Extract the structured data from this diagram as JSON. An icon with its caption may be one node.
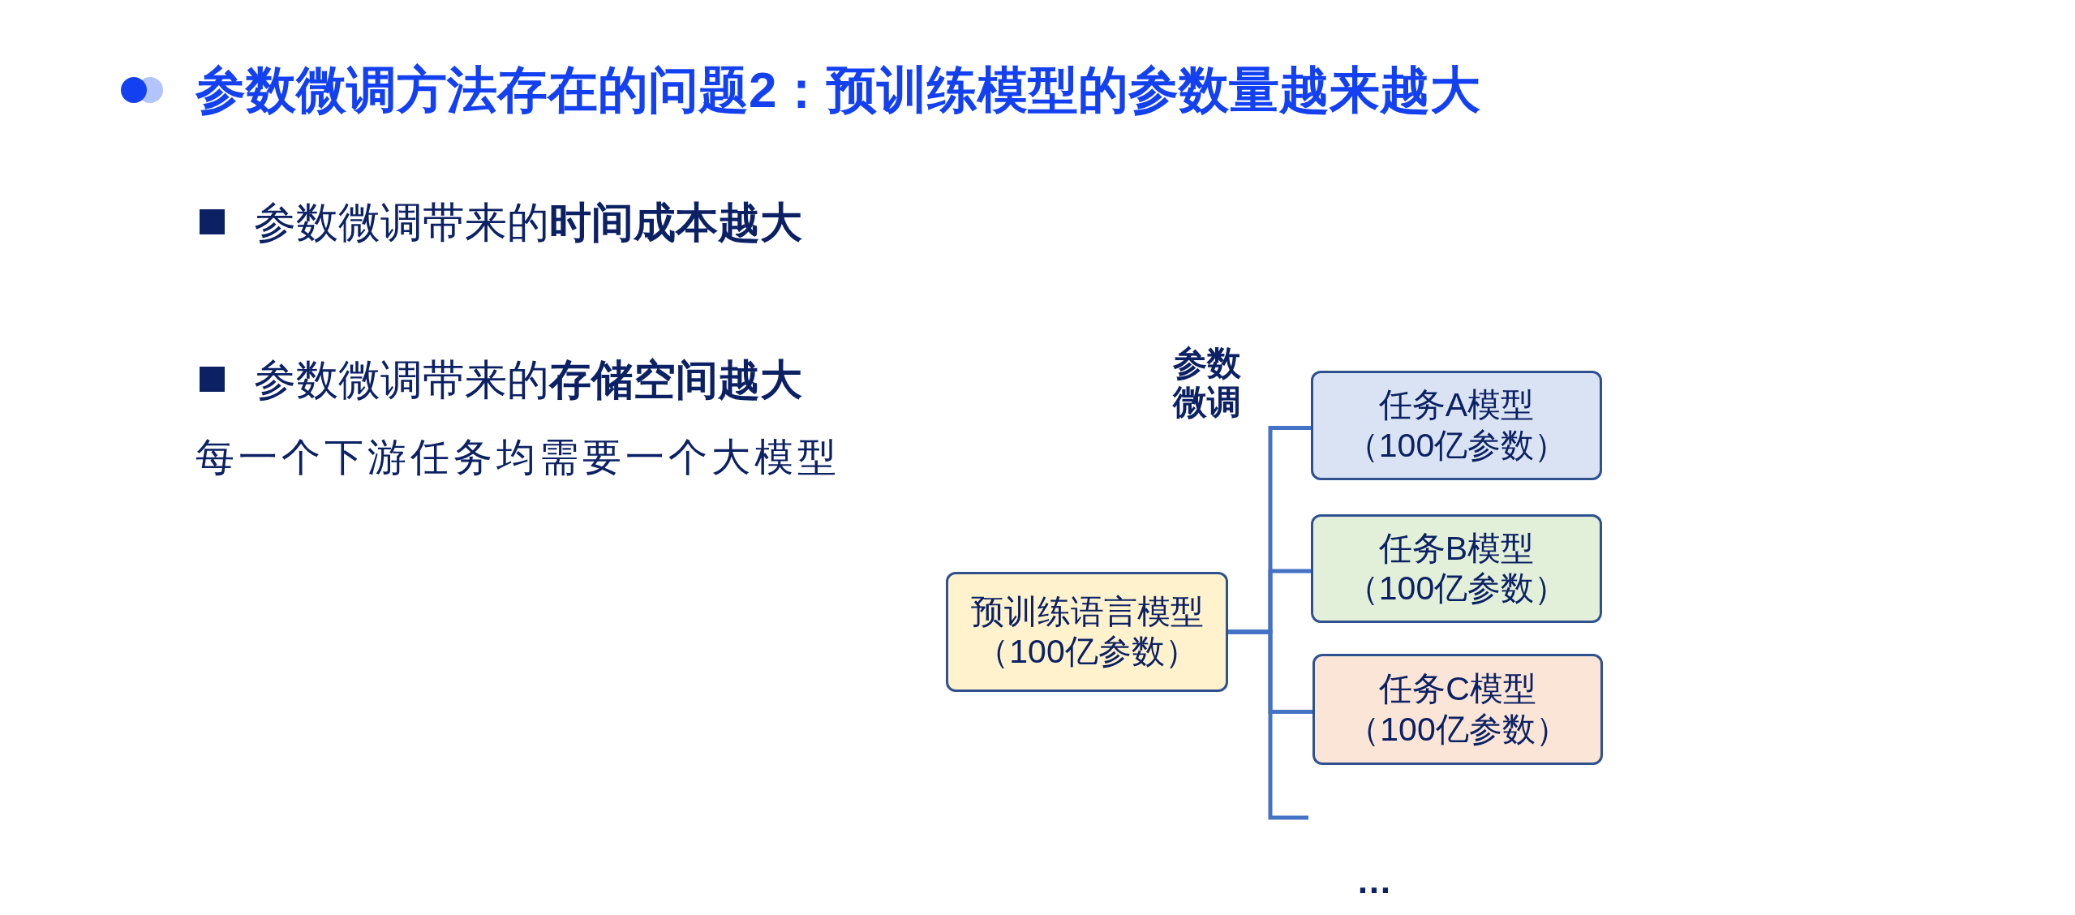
{
  "diagram": {
    "title": "参数微调方法存在的问题2：预训练模型的参数量越来越大",
    "nodes": [
      {
        "text": [
          "预训练语言模型（100亿参数）"
        ]
      },
      {
        "text": [
          "任务A模型（100亿参数）"
        ]
      },
      {
        "text": [
          "任务B模型（100亿参数）"
        ]
      },
      {
        "text": [
          "任务C模型（100亿参数）"
        ]
      }
    ],
    "edges": [
      {
        "from": 0,
        "to": 1,
        "arrow": "none"
      },
      {
        "from": 0,
        "to": 2,
        "arrow": "none"
      },
      {
        "from": 0,
        "to": 3,
        "arrow": "none"
      },
      {
        "from": 0,
        "to": null,
        "arrow": "none"
      }
    ],
    "labels": [
      "参数微调带来的**时间成本越大**",
      "参数微调带来的**存储空间越大**",
      "每一个下游任务均需要一个大模型",
      "参数微调",
      "…"
    ]
  }
}
